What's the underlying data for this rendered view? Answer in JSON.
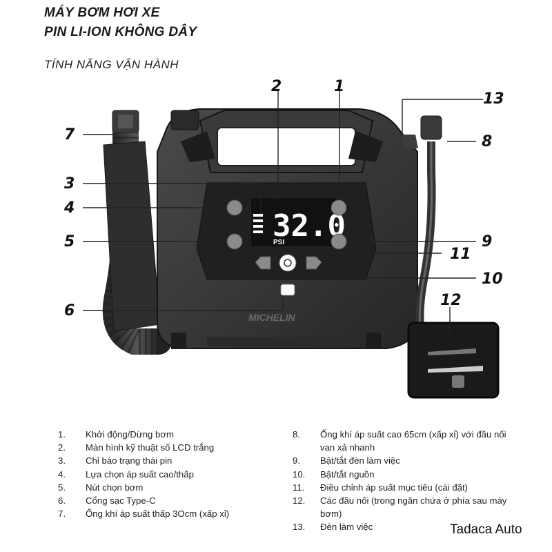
{
  "header": {
    "title_line1": "MÁY BƠM HƠI XE",
    "title_line2": "PIN LI-ION KHÔNG DÂY",
    "subtitle": "TÍNH NĂNG VẬN HÀNH"
  },
  "device": {
    "display_value": "32.0",
    "display_unit": "PSI",
    "brand": "MICHELIN"
  },
  "callouts": [
    "1",
    "2",
    "3",
    "4",
    "5",
    "6",
    "7",
    "8",
    "9",
    "10",
    "11",
    "12",
    "13"
  ],
  "legend_left": [
    {
      "num": "1.",
      "text": "Khởi động/Dừng bơm"
    },
    {
      "num": "2.",
      "text": "Màn hình kỹ thuật số LCD trắng"
    },
    {
      "num": "3.",
      "text": "Chỉ báo trạng thái pin"
    },
    {
      "num": "4.",
      "text": "Lựa chọn áp suất cao/thấp"
    },
    {
      "num": "5.",
      "text": "Nút chọn bơm"
    },
    {
      "num": "6.",
      "text": "Cổng sạc Type-C"
    },
    {
      "num": "7.",
      "text": "Ống khí áp suất thấp 3Ocm (xấp xỉ)"
    }
  ],
  "legend_right": [
    {
      "num": "8.",
      "text": "Ống khí áp suất cao 65cm (xấp xỉ) với đầu nối van xả nhanh"
    },
    {
      "num": "9.",
      "text": "Bật/tắt đèn làm việc"
    },
    {
      "num": "10.",
      "text": "Bật/tắt nguồn"
    },
    {
      "num": "11.",
      "text": "Điều chỉnh áp suất mục tiêu (cài đặt)"
    },
    {
      "num": "12.",
      "text": "Các đầu nối (trong ngăn chứa ở phía sau máy bơm)"
    },
    {
      "num": "13.",
      "text": "Đèn làm việc"
    }
  ],
  "watermark": "Tadaca Auto"
}
